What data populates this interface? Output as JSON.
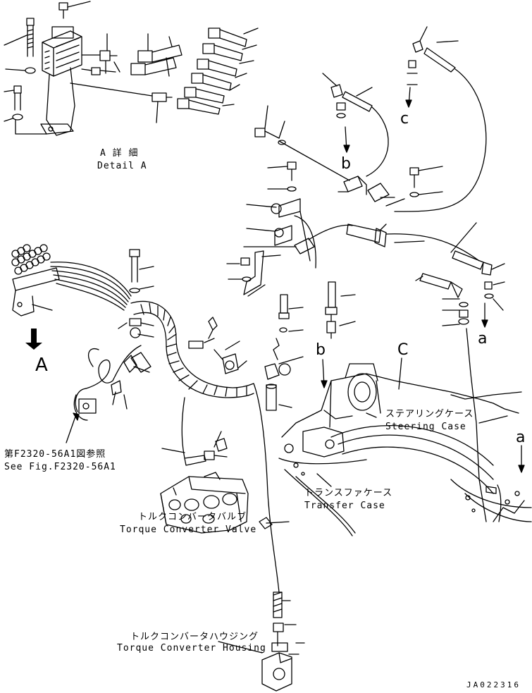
{
  "labels": {
    "detail_ja": "A 詳 細",
    "detail_en": "Detail A",
    "view_a": "A",
    "ref_ja": "第F2320-56A1図参照",
    "ref_en": "See Fig.F2320-56A1",
    "valve_ja": "トルクコンバータバルブ",
    "valve_en": "Torque Converter Valve",
    "housing_ja": "トルクコンバータハウジング",
    "housing_en": "Torque Converter Housing",
    "steering_ja": "ステアリングケース",
    "steering_en": "Steering Case",
    "transfer_ja": "トランスファケース",
    "transfer_en": "Transfer Case",
    "drawing_code": "JA022316"
  },
  "callouts": {
    "a_top": "a",
    "b_top": "b",
    "c_top": "c",
    "b_case": "b",
    "c_case": "C",
    "a_case": "a"
  }
}
